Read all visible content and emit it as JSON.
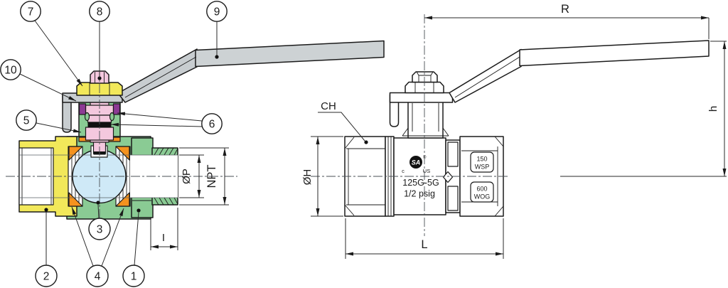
{
  "callouts": [
    {
      "label": "1"
    },
    {
      "label": "2"
    },
    {
      "label": "3"
    },
    {
      "label": "4"
    },
    {
      "label": "5"
    },
    {
      "label": "6"
    },
    {
      "label": "7"
    },
    {
      "label": "8"
    },
    {
      "label": "9"
    },
    {
      "label": "10"
    }
  ],
  "dimensions": {
    "port_diameter": "ØP",
    "thread": "NPT",
    "thread_length": "I",
    "wrench_flats": "CH",
    "body_diameter": "ØH",
    "body_length": "L",
    "handle_reach": "R",
    "handle_height": "h"
  },
  "markings": {
    "csa_monogram": "SA",
    "csa_reg": "®",
    "csa_c": "c",
    "csa_us": "US",
    "class_rating": "125G-5G",
    "gas_rating": "1/2 psig",
    "wsp_value": "150",
    "wsp_label": "WSP",
    "wog_value": "600",
    "wog_label": "WOG"
  },
  "colors": {
    "body_green": "#8acb94",
    "cap_yellow": "#f2e85a",
    "stem_pink": "#f4c8de",
    "ball_blue": "#cfe9f7",
    "seat_orange": "#f5921e",
    "packing_purple": "#8c3a94",
    "handle_gray": "#c8cdd0",
    "handle_grip_gray": "#cdd2d4",
    "line": "#1b1b1b"
  }
}
